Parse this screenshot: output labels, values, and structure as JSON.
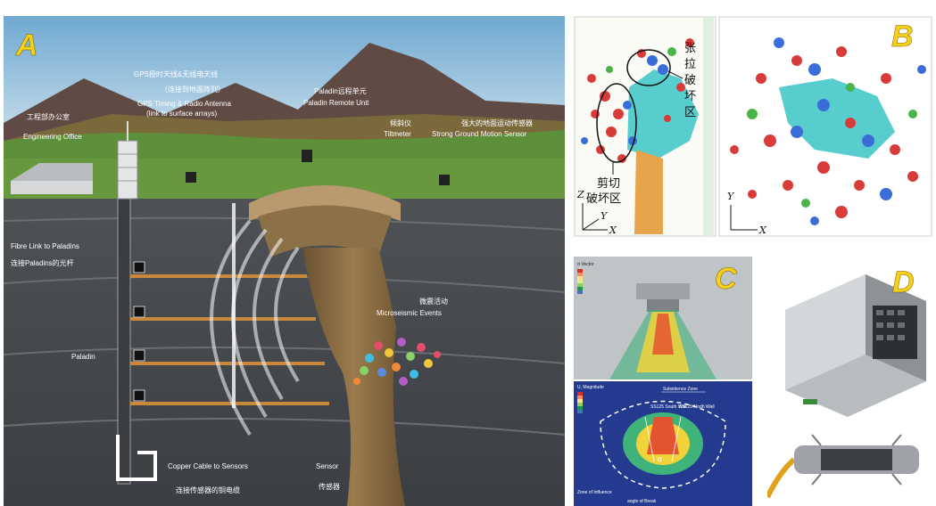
{
  "panels": {
    "a": {
      "tag": "A",
      "gps_cn": "GPS授时天线&无线电天线",
      "gps_cn2": "（连接到地面阵列）",
      "gps_en": "GPS Timing & Radio Antenna",
      "gps_en2": "(link to surface arrays)",
      "remote_cn": "Paladin远程单元",
      "remote_en": "Paladin Remote Unit",
      "office_cn": "工程部办公室",
      "office_en": "Engineering Office",
      "tilt_cn": "倾斜仪",
      "tilt_en": "Tiltmeter",
      "strong_cn": "强大的地面运动传感器",
      "strong_en": "Strong Ground Motion Sensor",
      "fibre_en": "Fibre Link to Paladins",
      "fibre_cn": "连接Paladins的光杆",
      "paladin": "Paladin",
      "micro_cn": "微震活动",
      "micro_en": "Microseismic Events",
      "copper_en": "Copper Cable to Sensors",
      "copper_cn": "连接传感器的铜电缆",
      "sensor_en": "Sensor",
      "sensor_cn": "传感器"
    },
    "b": {
      "tag": "B",
      "tension": [
        "张",
        "拉",
        "破",
        "坏",
        "区"
      ],
      "shear": [
        "剪切",
        "破坏区"
      ],
      "ax_left": {
        "v": "Z",
        "h1": "Y",
        "h2": "X"
      },
      "ax_right": {
        "v": "Y",
        "h": "X"
      }
    },
    "c": {
      "tag": "C",
      "top_legend_title": "σ Vector",
      "bottom_legend_title": "U, Magnitude",
      "subsidence": "Subsidence Zone",
      "south_wall": "SS125 South Wall",
      "north_wall": "SS125 North Wall",
      "zone": "Zone of Influence",
      "angle": "angle of Break",
      "alpha": "α"
    },
    "d": {
      "tag": "D"
    }
  }
}
